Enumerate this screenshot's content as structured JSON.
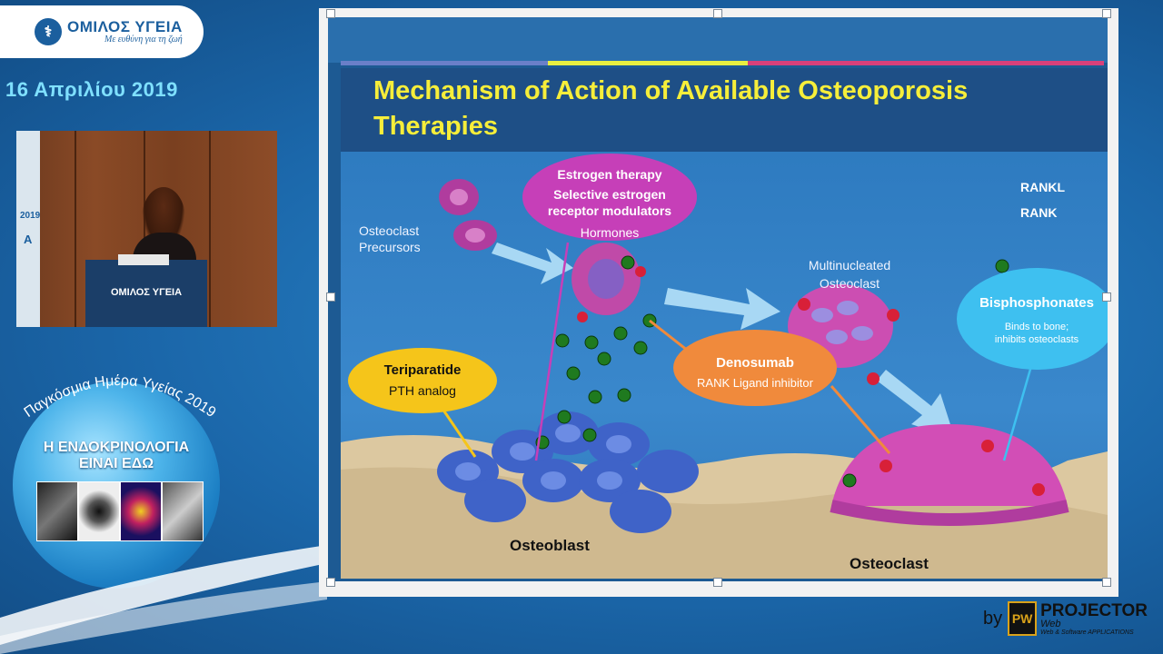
{
  "branding": {
    "logo_name": "ΟΜΙΛΟΣ ΥΓΕΙΑ",
    "logo_tagline": "Με ευθύνη για τη ζωή",
    "date": "16 Απριλίου 2019"
  },
  "video": {
    "podium_brand": "ΟΜΙΛΟΣ ΥΓΕΙΑ",
    "banner_year": "2019",
    "banner_letter": "A"
  },
  "event": {
    "arc_text": "Παγκόσμια Ημέρα Υγείας 2019",
    "title_line1": "Η ΕΝΔΟΚΡΙΝΟΛΟΓΙΑ",
    "title_line2": "ΕΙΝΑΙ ΕΔΩ"
  },
  "slide": {
    "title_line1": "Mechanism of Action of Available Osteoporosis",
    "title_line2": "Therapies",
    "estrogen": {
      "line1": "Estrogen therapy",
      "line2": "Selective estrogen",
      "line3": "receptor modulators",
      "line4": "Hormones"
    },
    "legend": {
      "rankl": "RANKL",
      "rank": "RANK"
    },
    "precursors_line1": "Osteoclast",
    "precursors_line2": "Precursors",
    "multinucleated_line1": "Multinucleated",
    "multinucleated_line2": "Osteoclast",
    "bisphosphonates": {
      "title": "Bisphosphonates",
      "line1": "Binds to bone;",
      "line2": "inhibits osteoclasts"
    },
    "teriparatide": {
      "title": "Teriparatide",
      "sub": "PTH analog"
    },
    "denosumab": {
      "title": "Denosumab",
      "sub": "RANK Ligand inhibitor"
    },
    "osteoblast": "Osteoblast",
    "osteoclast": "Osteoclast"
  },
  "credit": {
    "by": "by",
    "badge": "PW",
    "brand": "PROJECTOR",
    "web": "Web",
    "sub": "Web & Software APPLICATIONS"
  },
  "colors": {
    "background": "#1b67aa",
    "slide_title": "#f6ee3a",
    "estrogen_bubble": "#c63fb8",
    "teriparatide_bubble": "#f5c51a",
    "denosumab_bubble": "#f08a3c",
    "bisphosphonates_bubble": "#3ec0f0"
  }
}
